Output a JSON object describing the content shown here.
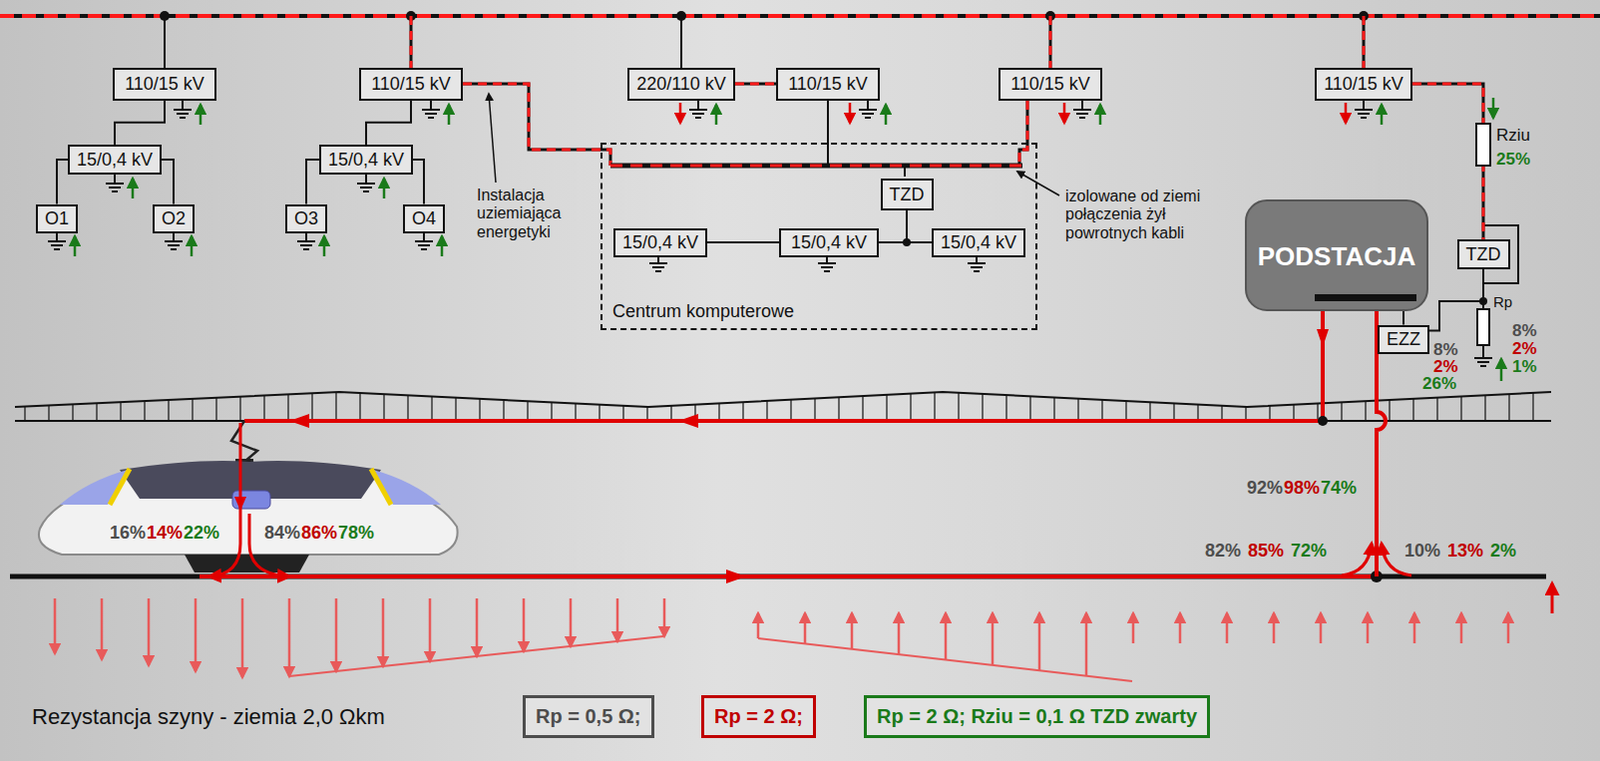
{
  "diagram": {
    "nodes": [
      {
        "text": [
          "110/15 kV"
        ]
      },
      {
        "text": [
          "15/0,4 kV"
        ]
      },
      {
        "text": [
          "O1"
        ]
      },
      {
        "text": [
          "O2"
        ]
      },
      {
        "text": [
          "110/15 kV"
        ]
      },
      {
        "text": [
          "15/0,4 kV"
        ]
      },
      {
        "text": [
          "O3"
        ]
      },
      {
        "text": [
          "O4"
        ]
      },
      {
        "text": [
          "220/110 kV"
        ]
      },
      {
        "text": [
          "110/15 kV"
        ]
      },
      {
        "text": [
          "110/15 kV"
        ]
      },
      {
        "text": [
          "110/15 kV"
        ]
      },
      {
        "text": [
          "Centrum komputerowe"
        ]
      },
      {
        "text": [
          "TZD"
        ],
        "in": 12
      },
      {
        "text": [
          "15/0,4 kV"
        ],
        "in": 12
      },
      {
        "text": [
          "15/0,4 kV"
        ],
        "in": 12
      },
      {
        "text": [
          "15/0,4 kV"
        ],
        "in": 12
      },
      {
        "text": [
          "PODSTACJA"
        ]
      },
      {
        "text": [
          "TZD"
        ]
      },
      {
        "text": [
          "EZZ"
        ]
      }
    ],
    "edges": [
      {
        "from": 0,
        "to": 1,
        "arrow": "none"
      },
      {
        "from": 1,
        "to": 2,
        "arrow": "none"
      },
      {
        "from": 1,
        "to": 3,
        "arrow": "none"
      },
      {
        "from": 4,
        "to": 5,
        "arrow": "none"
      },
      {
        "from": 5,
        "to": 6,
        "arrow": "none"
      },
      {
        "from": 5,
        "to": 7,
        "arrow": "none"
      },
      {
        "from": 8,
        "to": 9,
        "arrow": "none"
      },
      {
        "from": 14,
        "to": 15,
        "arrow": "none"
      },
      {
        "from": 15,
        "to": 16,
        "arrow": "none"
      },
      {
        "from": 13,
        "to": 16,
        "arrow": "none"
      },
      {
        "from": 11,
        "to": 18,
        "arrow": "none"
      },
      {
        "from": 18,
        "to": 19,
        "arrow": "none"
      },
      {
        "from": 19,
        "to": 17,
        "arrow": "none"
      }
    ],
    "labels": [
      "Instalacja uziemiająca energetyki",
      "izolowane od ziemi połączenia żył powrotnych kabli",
      "Rziu",
      "25%",
      "Rp",
      "8%",
      "2%",
      "1%",
      "8%",
      "2%",
      "26%",
      "92%",
      "98%",
      "74%",
      "16%",
      "14%",
      "22%",
      "84%",
      "86%",
      "78%",
      "82%",
      "85%",
      "72%",
      "10%",
      "13%",
      "2%",
      "Rezystancja szyny - ziemia 2,0 Ωkm"
    ],
    "legend": [
      {
        "text": "Rp = 0,5 Ω;",
        "color": "#4d4d4d"
      },
      {
        "text": "Rp = 2 Ω;",
        "color": "#c00000"
      },
      {
        "text": "Rp = 2 Ω; Rziu = 0,1 Ω TZD zwarty",
        "color": "#1a7a1a"
      }
    ]
  }
}
